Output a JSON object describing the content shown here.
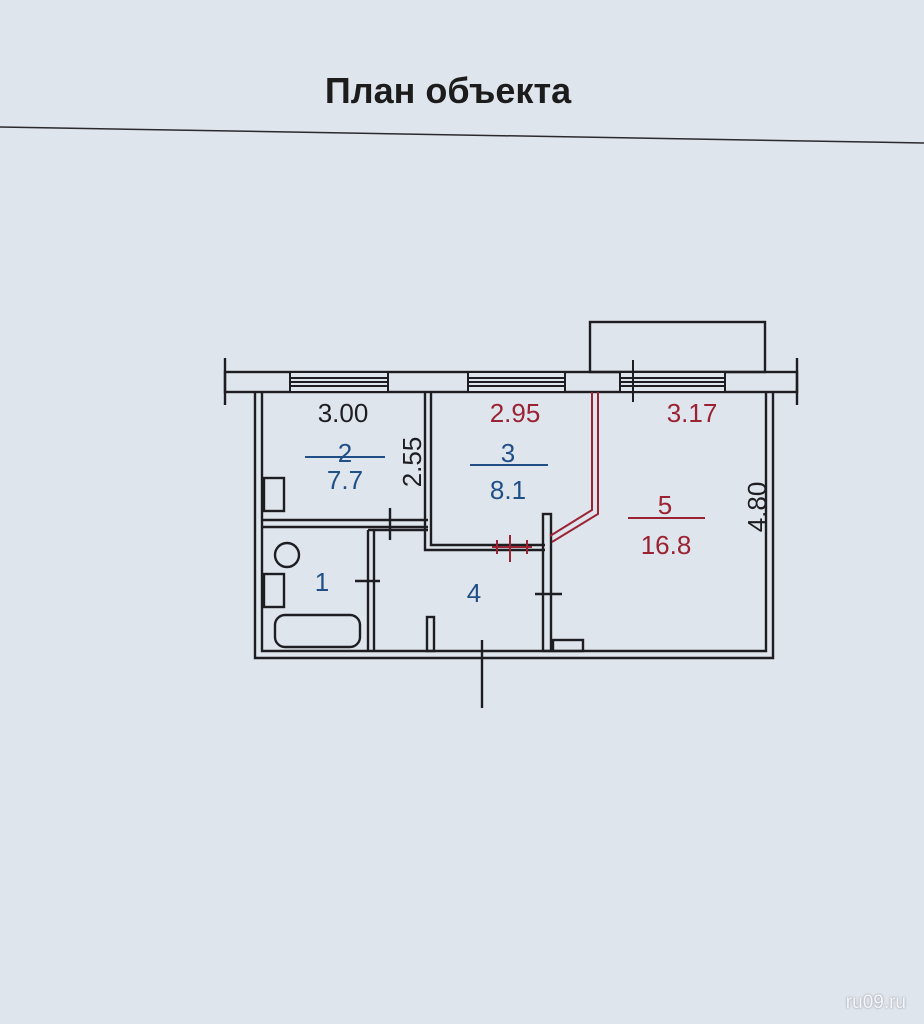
{
  "title": "План объекта",
  "watermark": "ru09.ru",
  "colors": {
    "dimension_red": "#9b2233",
    "area_blue": "#1f4f86",
    "ink": "#1e1e22",
    "paper": "#dfe5ec"
  },
  "rooms": [
    {
      "number": "1",
      "area": ""
    },
    {
      "number": "2",
      "area": "7.7",
      "width": "3.00",
      "depth": "2.55"
    },
    {
      "number": "3",
      "area": "8.1",
      "width": "2.95"
    },
    {
      "number": "4",
      "area": ""
    },
    {
      "number": "5",
      "area": "16.8",
      "width": "3.17",
      "depth": "4.80"
    }
  ]
}
